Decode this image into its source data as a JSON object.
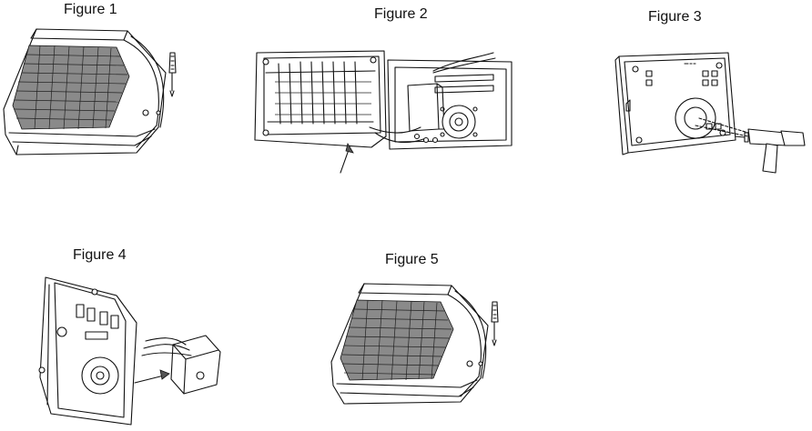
{
  "figures": [
    {
      "id": "fig1",
      "label": "Figure 1",
      "icon": "wall-pack-light-with-screwdriver"
    },
    {
      "id": "fig2",
      "label": "Figure 2",
      "icon": "opened-housing-wiring"
    },
    {
      "id": "fig3",
      "label": "Figure 3",
      "icon": "back-plate-with-drill"
    },
    {
      "id": "fig4",
      "label": "Figure 4",
      "icon": "back-plate-junction-box"
    },
    {
      "id": "fig5",
      "label": "Figure 5",
      "icon": "wall-pack-light-with-screwdriver"
    }
  ]
}
